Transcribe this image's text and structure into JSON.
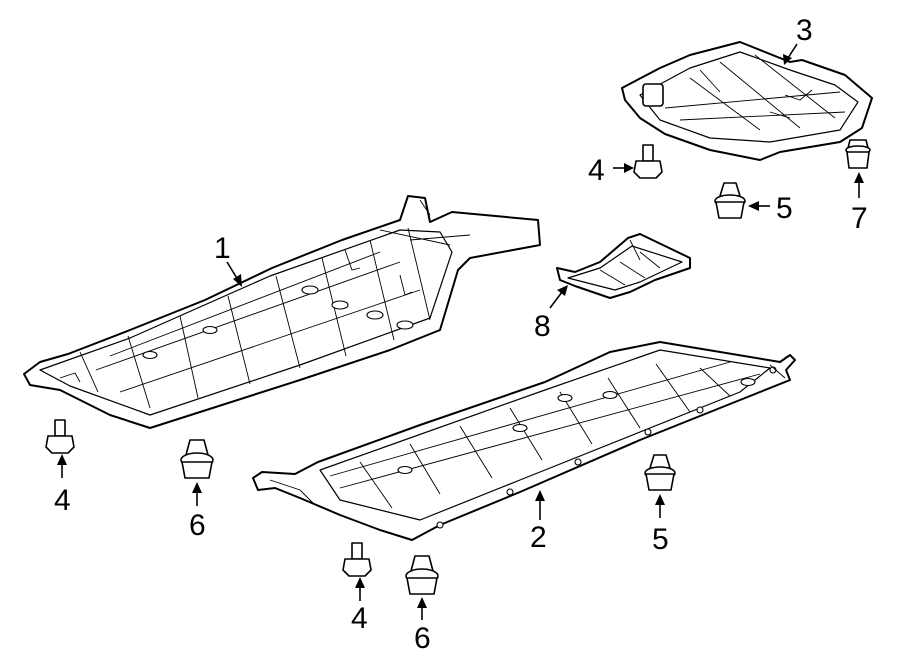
{
  "callouts": {
    "c1": "1",
    "c2": "2",
    "c3": "3",
    "c4a": "4",
    "c4b": "4",
    "c4c": "4",
    "c5a": "5",
    "c5b": "5",
    "c6a": "6",
    "c6b": "6",
    "c7": "7",
    "c8": "8"
  }
}
